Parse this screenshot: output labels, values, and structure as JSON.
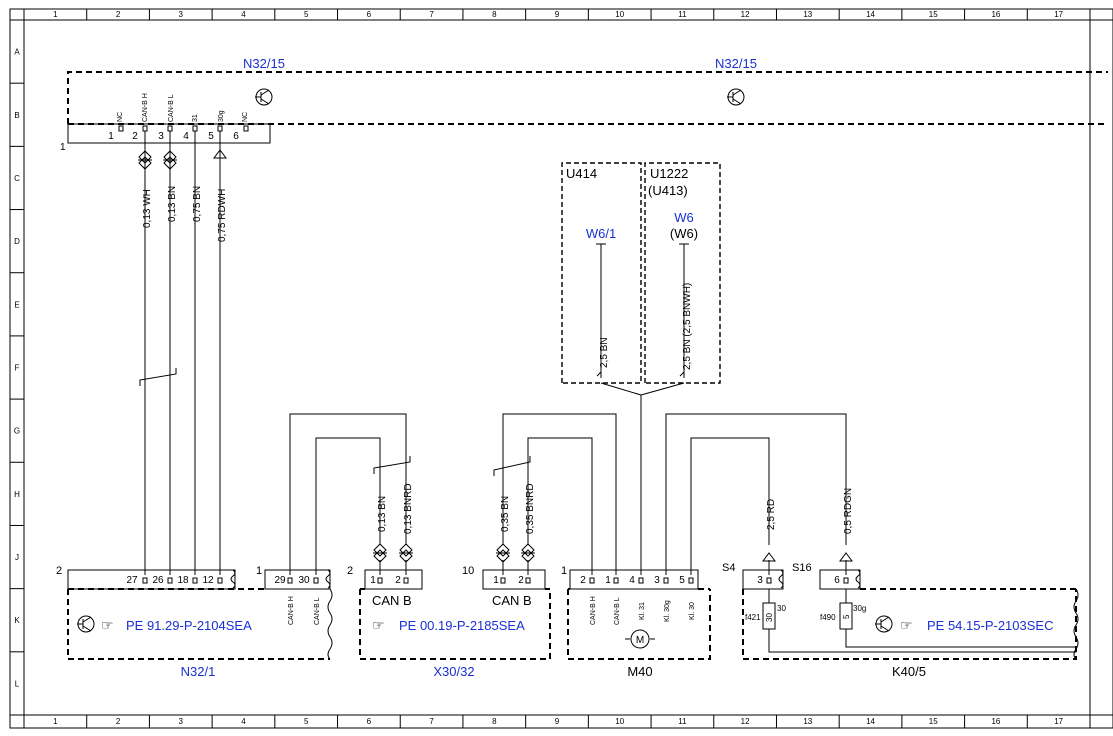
{
  "grid": {
    "columns": [
      "1",
      "2",
      "3",
      "4",
      "5",
      "6",
      "7",
      "8",
      "9",
      "10",
      "11",
      "12",
      "13",
      "14",
      "15",
      "16",
      "17"
    ],
    "rows": [
      "A",
      "B",
      "C",
      "D",
      "E",
      "F",
      "G",
      "H",
      "J",
      "K",
      "L"
    ]
  },
  "top_module": {
    "label_left": "N32/15",
    "label_right": "N32/15",
    "connector_id": "1",
    "pins": [
      {
        "num": "1",
        "name": "NC"
      },
      {
        "num": "2",
        "name": "CAN-B H"
      },
      {
        "num": "3",
        "name": "CAN-B L"
      },
      {
        "num": "4",
        "name": "31"
      },
      {
        "num": "5",
        "name": "30g"
      },
      {
        "num": "6",
        "name": "NC"
      }
    ]
  },
  "wires_top": [
    {
      "label": "0,13 WH"
    },
    {
      "label": "0,13 BN"
    },
    {
      "label": "0,75 BN"
    },
    {
      "label": "0,75 RDWH"
    }
  ],
  "wires_mid": [
    {
      "label": "0,13 BN"
    },
    {
      "label": "0,13 BNRD"
    },
    {
      "label": "0,35 BN"
    },
    {
      "label": "0,35 BNRD"
    },
    {
      "label": "2,5 RD"
    },
    {
      "label": "0,5 RDGN"
    }
  ],
  "u_boxes": [
    {
      "title": "U414",
      "component": "W6/1",
      "wire": "2,5 BN"
    },
    {
      "title": "U1222",
      "title_alt": "(U413)",
      "component": "W6",
      "component_alt": "(W6)",
      "wire": "2,5 BN (2,5 BNWH)"
    }
  ],
  "modules": [
    {
      "name": "N32/1",
      "connector_id": "2",
      "pins": [
        "27",
        "26",
        "18",
        "12"
      ],
      "ref": "PE 91.29-P-2104SEA",
      "sub_connector_id": "1",
      "sub_pins": [
        "29",
        "30"
      ],
      "sub_labels": [
        "CAN-B H",
        "CAN-B L"
      ]
    },
    {
      "name": "X30/32",
      "connectors": [
        {
          "id": "2",
          "pins": [
            "1",
            "2"
          ],
          "label": "CAN B"
        },
        {
          "id": "10",
          "pins": [
            "1",
            "2"
          ],
          "label": "CAN B"
        }
      ],
      "ref": "PE 00.19-P-2185SEA"
    },
    {
      "name": "M40",
      "connector_id": "1",
      "pins": [
        "2",
        "1",
        "4",
        "3",
        "5"
      ],
      "pin_labels": [
        "CAN-B H",
        "CAN-B L",
        "Kl. 31",
        "Kl. 30g",
        "Kl. 30"
      ],
      "motor": "M"
    },
    {
      "name": "K40/5",
      "connectors": [
        {
          "id": "S4",
          "pins": [
            "3"
          ]
        },
        {
          "id": "S16",
          "pins": [
            "6"
          ]
        }
      ],
      "fuses": [
        {
          "id": "f421",
          "rating": "30",
          "term": "30"
        },
        {
          "id": "f490",
          "rating": "5",
          "term": "30g"
        }
      ],
      "ref": "PE 54.15-P-2103SEC"
    }
  ]
}
